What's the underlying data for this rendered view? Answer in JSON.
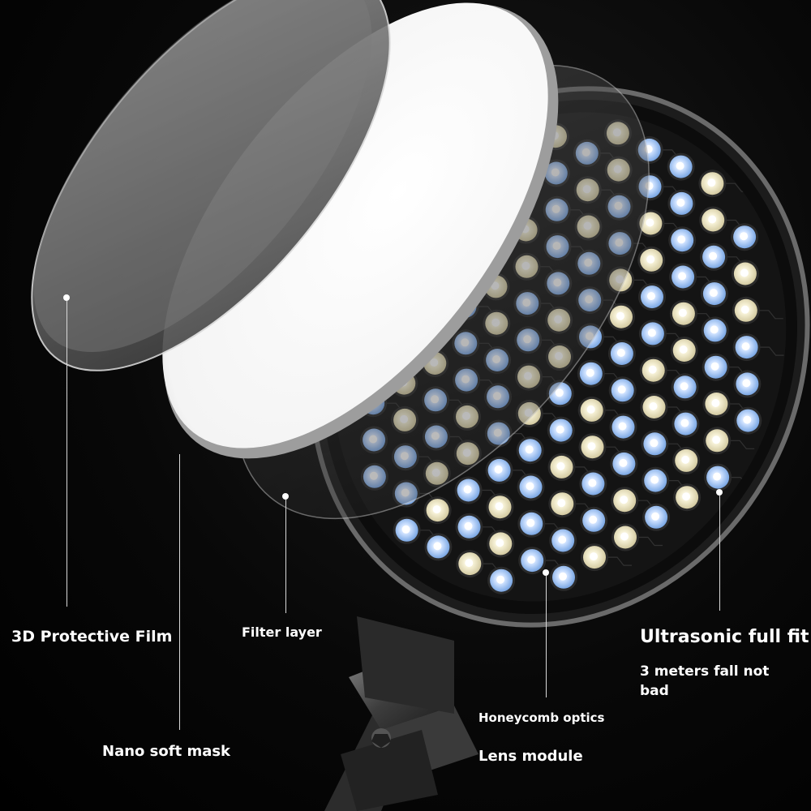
{
  "labels": {
    "protective_film": "3D Protective Film",
    "filter_layer": "Filter layer",
    "ultrasonic": "Ultrasonic full fit",
    "fall_line1": "3 meters fall not",
    "fall_line2": "bad",
    "nano_mask": "Nano soft mask",
    "honeycomb": "Honeycomb optics",
    "lens_module": "Lens module"
  },
  "colors": {
    "background": "#000000",
    "led_cool": "#7fb2f0",
    "led_warm": "#e9e3bf",
    "mask": "#ffffff",
    "text": "#ffffff"
  }
}
